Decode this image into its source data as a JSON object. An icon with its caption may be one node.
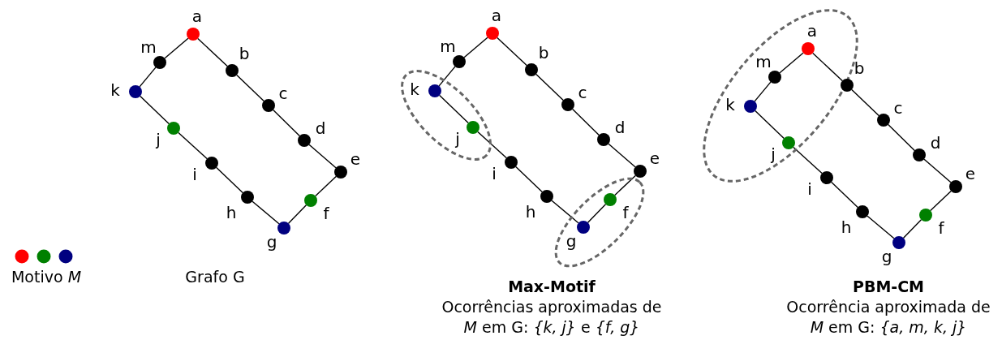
{
  "diagram": {
    "nodes": [
      {
        "text": [],
        "shape": "circle",
        "beside": [
          "a"
        ]
      },
      {
        "text": [],
        "shape": "circle",
        "beside": [
          "b"
        ]
      },
      {
        "text": [],
        "shape": "circle",
        "beside": [
          "c"
        ]
      },
      {
        "text": [],
        "shape": "circle",
        "beside": [
          "d"
        ]
      },
      {
        "text": [],
        "shape": "circle",
        "beside": [
          "e"
        ]
      },
      {
        "text": [],
        "shape": "circle",
        "beside": [
          "f"
        ]
      },
      {
        "text": [],
        "shape": "circle",
        "beside": [
          "g"
        ]
      },
      {
        "text": [],
        "shape": "circle",
        "beside": [
          "h"
        ]
      },
      {
        "text": [],
        "shape": "circle",
        "beside": [
          "i"
        ]
      },
      {
        "text": [],
        "shape": "circle",
        "beside": [
          "j"
        ]
      },
      {
        "text": [],
        "shape": "circle",
        "beside": [
          "k"
        ]
      },
      {
        "text": [],
        "shape": "circle",
        "beside": [
          "m"
        ]
      },
      {
        "text": [],
        "shape": "circle",
        "beside": [
          "a"
        ]
      },
      {
        "text": [],
        "shape": "circle",
        "beside": [
          "b"
        ]
      },
      {
        "text": [],
        "shape": "circle",
        "beside": [
          "c"
        ]
      },
      {
        "text": [],
        "shape": "circle",
        "beside": [
          "d"
        ]
      },
      {
        "text": [],
        "shape": "circle",
        "beside": [
          "e"
        ]
      },
      {
        "text": [],
        "shape": "circle",
        "beside": [
          "f"
        ]
      },
      {
        "text": [],
        "shape": "circle",
        "beside": [
          "g"
        ]
      },
      {
        "text": [],
        "shape": "circle",
        "beside": [
          "h"
        ]
      },
      {
        "text": [],
        "shape": "circle",
        "beside": [
          "i"
        ]
      },
      {
        "text": [],
        "shape": "circle",
        "beside": [
          "j"
        ]
      },
      {
        "text": [],
        "shape": "circle",
        "beside": [
          "k"
        ]
      },
      {
        "text": [],
        "shape": "circle",
        "beside": [
          "m"
        ]
      },
      {
        "text": [],
        "shape": "circle",
        "beside": [
          "a"
        ]
      },
      {
        "text": [],
        "shape": "circle",
        "beside": [
          "b"
        ]
      },
      {
        "text": [],
        "shape": "circle",
        "beside": [
          "c"
        ]
      },
      {
        "text": [],
        "shape": "circle",
        "beside": [
          "d"
        ]
      },
      {
        "text": [],
        "shape": "circle",
        "beside": [
          "e"
        ]
      },
      {
        "text": [],
        "shape": "circle",
        "beside": [
          "f"
        ]
      },
      {
        "text": [],
        "shape": "circle",
        "beside": [
          "g"
        ]
      },
      {
        "text": [],
        "shape": "circle",
        "beside": [
          "h"
        ]
      },
      {
        "text": [],
        "shape": "circle",
        "beside": [
          "i"
        ]
      },
      {
        "text": [],
        "shape": "circle",
        "beside": [
          "j"
        ]
      },
      {
        "text": [],
        "shape": "circle",
        "beside": [
          "k"
        ]
      },
      {
        "text": [],
        "shape": "circle",
        "beside": [
          "m"
        ]
      }
    ],
    "edges": [
      {
        "from": 0,
        "to": 1,
        "arrow": "none"
      },
      {
        "from": 1,
        "to": 2,
        "arrow": "none"
      },
      {
        "from": 2,
        "to": 3,
        "arrow": "none"
      },
      {
        "from": 3,
        "to": 4,
        "arrow": "none"
      },
      {
        "from": 4,
        "to": 5,
        "arrow": "none"
      },
      {
        "from": 5,
        "to": 6,
        "arrow": "none"
      },
      {
        "from": 6,
        "to": 7,
        "arrow": "none"
      },
      {
        "from": 7,
        "to": 8,
        "arrow": "none"
      },
      {
        "from": 8,
        "to": 9,
        "arrow": "none"
      },
      {
        "from": 9,
        "to": 10,
        "arrow": "none"
      },
      {
        "from": 10,
        "to": 11,
        "arrow": "none"
      },
      {
        "from": 11,
        "to": 0,
        "arrow": "none"
      },
      {
        "from": 12,
        "to": 13,
        "arrow": "none"
      },
      {
        "from": 13,
        "to": 14,
        "arrow": "none"
      },
      {
        "from": 14,
        "to": 15,
        "arrow": "none"
      },
      {
        "from": 15,
        "to": 16,
        "arrow": "none"
      },
      {
        "from": 16,
        "to": 17,
        "arrow": "none"
      },
      {
        "from": 17,
        "to": 18,
        "arrow": "none"
      },
      {
        "from": 18,
        "to": 19,
        "arrow": "none"
      },
      {
        "from": 19,
        "to": 20,
        "arrow": "none"
      },
      {
        "from": 20,
        "to": 21,
        "arrow": "none"
      },
      {
        "from": 21,
        "to": 22,
        "arrow": "none"
      },
      {
        "from": 22,
        "to": 23,
        "arrow": "none"
      },
      {
        "from": 23,
        "to": 12,
        "arrow": "none"
      },
      {
        "from": 24,
        "to": 25,
        "arrow": "none"
      },
      {
        "from": 25,
        "to": 26,
        "arrow": "none"
      },
      {
        "from": 26,
        "to": 27,
        "arrow": "none"
      },
      {
        "from": 27,
        "to": 28,
        "arrow": "none"
      },
      {
        "from": 28,
        "to": 29,
        "arrow": "none"
      },
      {
        "from": 29,
        "to": 30,
        "arrow": "none"
      },
      {
        "from": 30,
        "to": 31,
        "arrow": "none"
      },
      {
        "from": 31,
        "to": 32,
        "arrow": "none"
      },
      {
        "from": 32,
        "to": 33,
        "arrow": "none"
      },
      {
        "from": 33,
        "to": 34,
        "arrow": "none"
      },
      {
        "from": 34,
        "to": 35,
        "arrow": "none"
      },
      {
        "from": 35,
        "to": 24,
        "arrow": "none"
      }
    ],
    "labels": [
      "Motivo *M*",
      "Grafo G",
      "Max-Motif",
      "Ocorrências aproximadas de *M* em G: *{k, j}* e *{f, g}*",
      "PBM-CM",
      "Ocorrência aproximada de *M* em G: *{a, m, k, j}*"
    ]
  }
}
